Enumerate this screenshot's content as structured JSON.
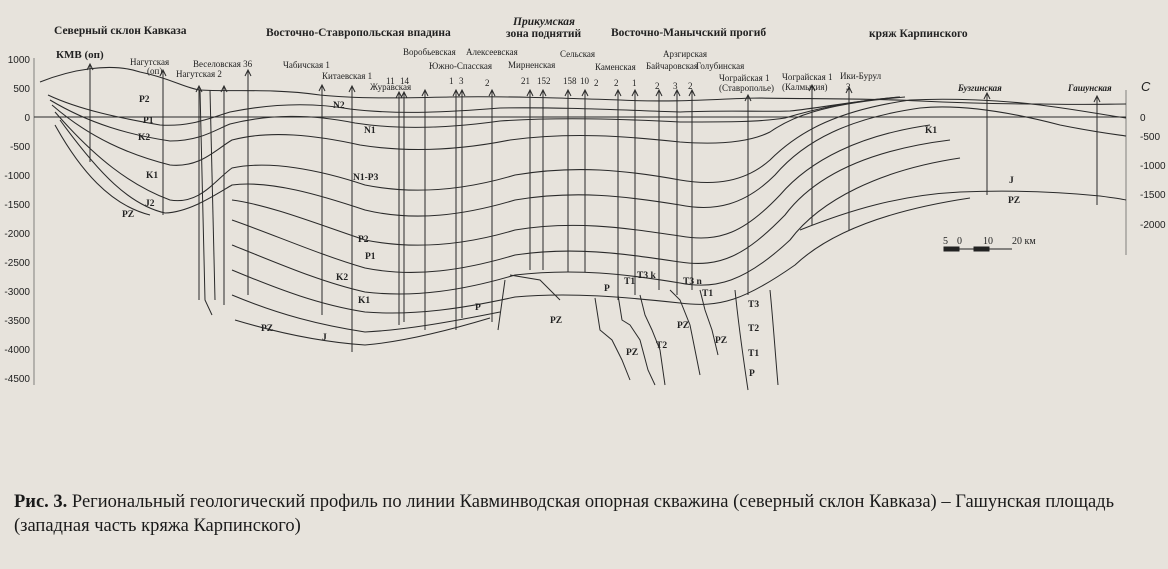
{
  "regions": [
    "Северный склон Кавказа",
    "Восточно-Ставропольская впадина",
    "Прикумская",
    "зона поднятий",
    "Восточно-Манычский прогиб",
    "кряж Карпинского"
  ],
  "y_axis_left": [
    "1000",
    "500",
    "0",
    "-500",
    "-1000",
    "-1500",
    "-2000",
    "-2500",
    "-3000",
    "-3500",
    "-4000",
    "-4500"
  ],
  "y_axis_right": [
    "C",
    "0",
    "-500",
    "-1000",
    "-1500",
    "-2000"
  ],
  "wells": [
    "КМВ (оп)",
    "Нагутская",
    "(оп)",
    "Нагутская 2",
    "Веселовская 36",
    "Чабичская 1",
    "Китаевская 1",
    "Журавская",
    "11",
    "14",
    "Воробьевская",
    "Алексеевская",
    "Южно-Спасская",
    "1",
    "3",
    "2",
    "2",
    "21",
    "152",
    "158",
    "10",
    "Мирненская",
    "Сельская",
    "Каменская",
    "2",
    "1",
    "Арзгирская",
    "Байчаровская",
    "Голубинская",
    "2",
    "3",
    "2",
    "Чограйская 1",
    "(Ставрополье)",
    "Чограйская 1",
    "(Калмыкия)",
    "Ики-Бурул",
    "3",
    "Бузгинская",
    "Гашунская"
  ],
  "layers": [
    "P2",
    "P1",
    "K2",
    "K1",
    "J2",
    "PZ",
    "N1",
    "N2",
    "N1-P3",
    "P2",
    "P1",
    "K2",
    "K1",
    "J",
    "PZ",
    "P",
    "PZ",
    "P",
    "T1",
    "T3 k",
    "T2",
    "PZ",
    "T3 n",
    "T1",
    "PZ",
    "PZ",
    "T3",
    "T2",
    "T1",
    "P",
    "K1",
    "J",
    "PZ"
  ],
  "scale_bar": {
    "ticks": [
      "5",
      "0",
      "10",
      "20 км"
    ]
  },
  "caption": {
    "label": "Рис. 3.",
    "text": " Региональный геологический профиль по линии Кавминводская опорная скважина (северный склон Кавказа) – Гашунская площадь (западная часть кряжа Карпинского)"
  }
}
